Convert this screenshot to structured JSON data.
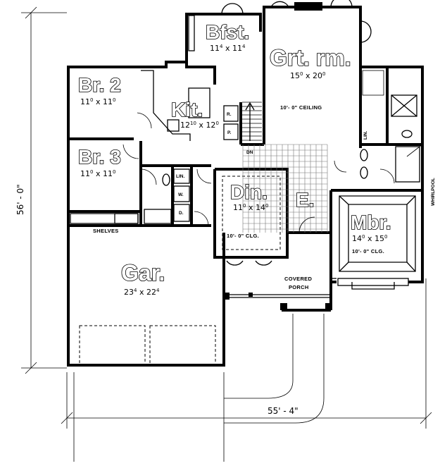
{
  "rooms": {
    "breakfast": {
      "name": "Bfst.",
      "size_w": "11",
      "size_w_in": "4",
      "size_h": "11",
      "size_h_in": "4"
    },
    "great_room": {
      "name": "Grt. rm.",
      "size_w": "15",
      "size_w_in": "0",
      "size_h": "20",
      "size_h_in": "0",
      "ceiling": "10'- 0\" CEILING"
    },
    "bedroom2": {
      "name": "Br. 2",
      "size_w": "11",
      "size_w_in": "0",
      "size_h": "11",
      "size_h_in": "0"
    },
    "kitchen": {
      "name": "Kit.",
      "size_w": "12",
      "size_w_in": "10",
      "size_h": "12",
      "size_h_in": "0"
    },
    "bedroom3": {
      "name": "Br. 3",
      "size_w": "11",
      "size_w_in": "0",
      "size_h": "11",
      "size_h_in": "0"
    },
    "dining": {
      "name": "Din.",
      "size_w": "11",
      "size_w_in": "0",
      "size_h": "14",
      "size_h_in": "0",
      "ceiling": "10'- 0\" CLG."
    },
    "entry": {
      "name": "E."
    },
    "master": {
      "name": "Mbr.",
      "size_w": "14",
      "size_w_in": "0",
      "size_h": "15",
      "size_h_in": "0",
      "ceiling": "10'- 0\" CLG."
    },
    "garage": {
      "name": "Gar.",
      "size_w": "23",
      "size_w_in": "4",
      "size_h": "22",
      "size_h_in": "4"
    }
  },
  "labels": {
    "refrigerator": "R.",
    "pantry": "P.",
    "down": "DN",
    "linen": "LIN.",
    "washer": "W.",
    "dryer": "D.",
    "linen_master": "LIN.",
    "shelves": "SHELVES",
    "whirlpool": "WHIRLPOOL",
    "covered_porch_1": "COVERED",
    "covered_porch_2": "PORCH"
  },
  "dimensions": {
    "depth": "56' - 0\"",
    "width": "55' - 4\""
  }
}
